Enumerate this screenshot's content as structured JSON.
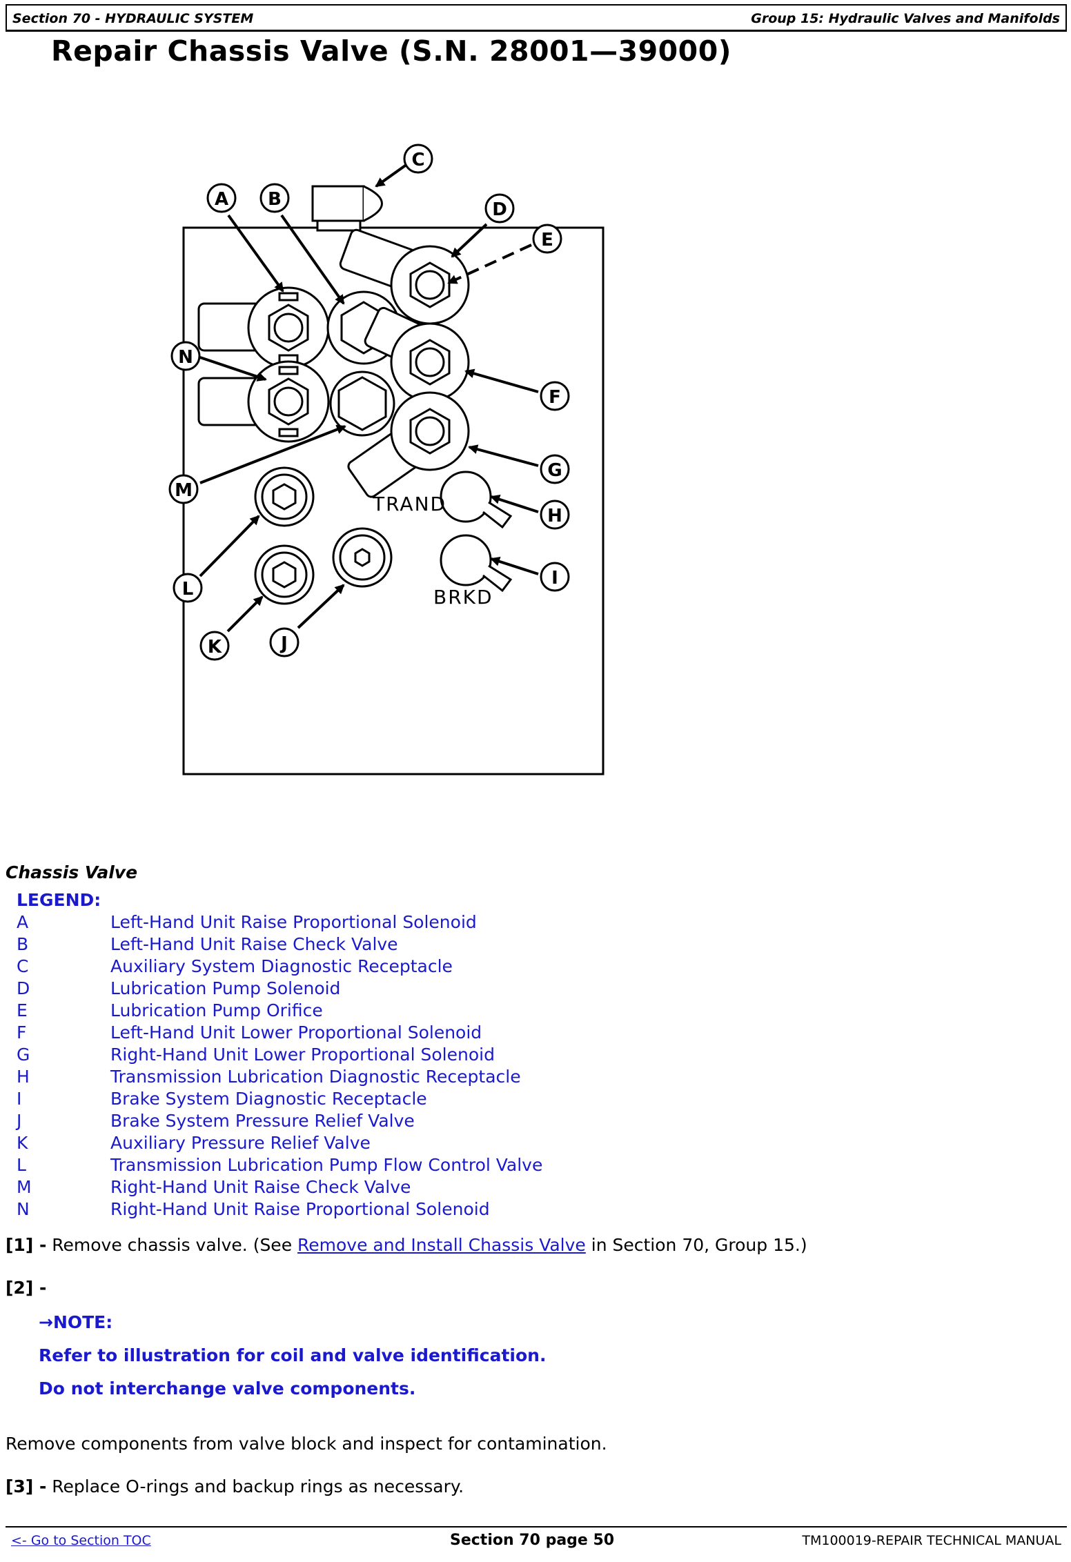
{
  "header": {
    "section": "Section 70 - HYDRAULIC SYSTEM",
    "group": "Group 15: Hydraulic Valves and Manifolds"
  },
  "title": "Repair Chassis Valve (S.N. 28001—39000)",
  "figure": {
    "callouts": [
      "A",
      "B",
      "C",
      "D",
      "E",
      "F",
      "G",
      "H",
      "I",
      "J",
      "K",
      "L",
      "M",
      "N"
    ],
    "port_labels": {
      "trand": "TRAND",
      "brkd": "BRKD"
    }
  },
  "caption": "Chassis Valve",
  "legend": {
    "title": "LEGEND:",
    "items": [
      {
        "key": "A",
        "text": "Left-Hand Unit Raise Proportional Solenoid"
      },
      {
        "key": "B",
        "text": "Left-Hand Unit Raise Check Valve"
      },
      {
        "key": "C",
        "text": "Auxiliary System Diagnostic Receptacle"
      },
      {
        "key": "D",
        "text": "Lubrication Pump Solenoid"
      },
      {
        "key": "E",
        "text": "Lubrication Pump Orifice"
      },
      {
        "key": "F",
        "text": "Left-Hand Unit Lower Proportional Solenoid"
      },
      {
        "key": "G",
        "text": "Right-Hand Unit Lower Proportional Solenoid"
      },
      {
        "key": "H",
        "text": "Transmission Lubrication Diagnostic Receptacle"
      },
      {
        "key": "I",
        "text": "Brake System Diagnostic Receptacle"
      },
      {
        "key": "J",
        "text": "Brake System Pressure Relief Valve"
      },
      {
        "key": "K",
        "text": "Auxiliary Pressure Relief Valve"
      },
      {
        "key": "L",
        "text": "Transmission Lubrication Pump Flow Control Valve"
      },
      {
        "key": "M",
        "text": "Right-Hand Unit Raise Check Valve"
      },
      {
        "key": "N",
        "text": "Right-Hand Unit Raise Proportional Solenoid"
      }
    ]
  },
  "steps": {
    "s1_num": "[1] -",
    "s1_text": "Remove chassis valve. (See",
    "s1_link": "Remove and Install Chassis Valve",
    "s1_tail": "in Section 70, Group 15.)",
    "s2_num": "[2] -",
    "note_label": "→NOTE:",
    "note_line1": "Refer to illustration for coil and valve identification.",
    "note_line2": "Do not interchange valve components.",
    "s2_text": "Remove components from valve block and inspect for contamination.",
    "s3_num": "[3] -",
    "s3_text": "Replace O-rings and backup rings as necessary."
  },
  "footer": {
    "toc_link": "<- Go to Section TOC",
    "page": "Section 70 page 50",
    "manual": "TM100019-REPAIR TECHNICAL MANUAL"
  }
}
